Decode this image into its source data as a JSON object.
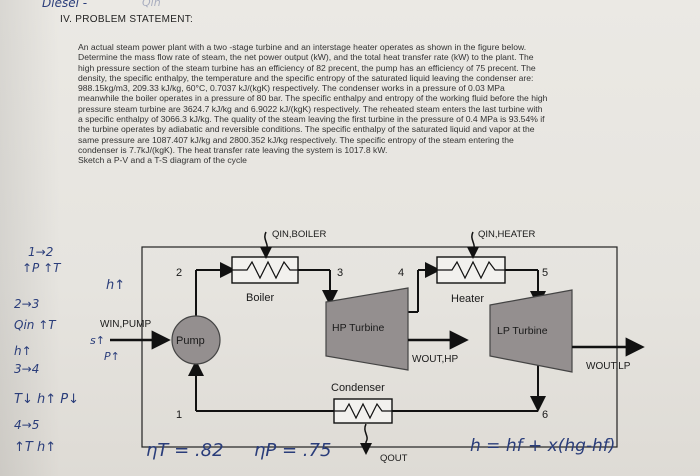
{
  "handwriting": {
    "top_left": "Diesel -",
    "top_faded": "Qin",
    "margin_lines": [
      "1→2",
      "↑P  ↑T",
      "h↑",
      "2→3",
      "Qin  ↑T",
      "h↑",
      "3→4",
      "T↓  h↑  P↓",
      "4→5",
      "↑T  h↑"
    ],
    "bottom_eff_t": "ηT = .82",
    "bottom_eff_p": "ηP = .75",
    "formula": "h = hf + x(hg-hf)",
    "st_mark": "s↑",
    "pt_mark": "P↑"
  },
  "heading": "IV. PROBLEM STATEMENT:",
  "problem_lines": [
    "An actual steam power plant with a two -stage turbine and an interstage heater operates as shown in the figure below.",
    "Determine the mass flow rate of steam, the net power output (kW), and the total heat transfer rate (kW) to the plant. The",
    "high pressure section of the steam turbine has an efficiency of 82 precent, the pump has an efficiency of 75 precent. The",
    "density, the specific enthalpy, the temperature and the specific entropy of the saturated liquid leaving the condenser are:",
    "988.15kg/m3, 209.33 kJ/kg, 60°C, 0.7037 kJ/(kgK) respectively. The condenser works in a pressure of 0.03 MPa",
    "meanwhile the boiler operates in a pressure of 80 bar. The specific enthalpy and entropy of the working fluid before the high",
    "pressure steam turbine are 3624.7 kJ/kg and 6.9022 kJ/(kgK) respectively. The reheated steam enters the last turbine with",
    "a specific enthalpy of 3066.3 kJ/kg. The quality of the steam leaving the first turbine in the pressure of 0.4 MPa is 93.54% if",
    "the turbine operates by adiabatic and reversible conditions. The specific enthalpy of the saturated liquid and vapor at the",
    "same pressure are 1087.407 kJ/kg and 2800.352 kJ/kg respectively. The specific entropy of the steam entering the",
    "condenser is 7.7kJ/(kgK). The heat transfer rate leaving the system is 1017.8 kW.",
    "Sketch a P-V and a T-S diagram of the cycle"
  ],
  "diagram": {
    "q_in_boiler": "QIN,BOILER",
    "q_in_heater": "QIN,HEATER",
    "boiler": "Boiler",
    "heater": "Heater",
    "hp_turbine": "HP Turbine",
    "lp_turbine": "LP Turbine",
    "pump": "Pump",
    "condenser": "Condenser",
    "w_in_pump": "WIN,PUMP",
    "w_out_hp": "WOUT,HP",
    "w_out_lp": "WOUT,LP",
    "q_out": "QOUT",
    "states": [
      "1",
      "2",
      "3",
      "4",
      "5",
      "6"
    ]
  }
}
